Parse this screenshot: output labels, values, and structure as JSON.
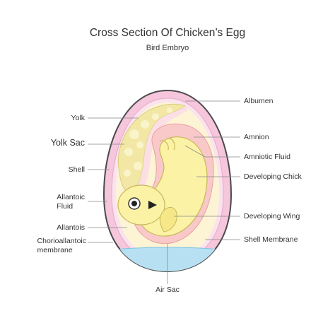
{
  "title": "Cross Section Of Chicken’s Egg",
  "subtitle": "Bird Embryo",
  "labels": {
    "albumen": "Albumen",
    "amnion": "Amnion",
    "amniotic_fluid": "Amniotic Fluid",
    "developing_chick": "Developing Chick",
    "developing_wing": "Developing Wing",
    "shell_membrane": "Shell Membrane",
    "yolk": "Yolk",
    "yolk_sac": "Yolk Sac",
    "shell": "Shell",
    "allantoic_fluid_1": "Allantoic",
    "allantoic_fluid_2": "Fluid",
    "allantois": "Allantois",
    "chorioallantoic_1": "Chorioallantoic",
    "chorioallantoic_2": "membrane",
    "air_sac": "Air Sac"
  },
  "colors": {
    "shell": "#f6c6dd",
    "shell_membrane": "#fbe3ee",
    "albumen": "#fdf4d6",
    "yolk": "#f2e7a4",
    "chick": "#fbf2a6",
    "amnion": "#f9c9c9",
    "air_sac": "#b7e1f2",
    "leader": "#888888"
  }
}
